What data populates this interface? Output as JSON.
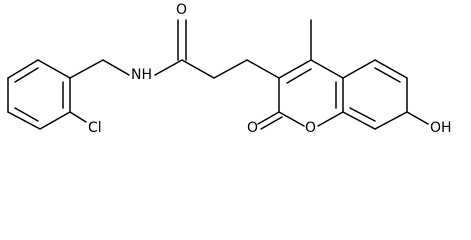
{
  "atoms": {
    "amide_oxygen": "O",
    "amide_nitrogen": "NH",
    "chlorine": "Cl",
    "methyl": "",
    "lactone_carbonyl_oxygen": "O",
    "ring_oxygen": "O",
    "hydroxyl": "OH"
  }
}
